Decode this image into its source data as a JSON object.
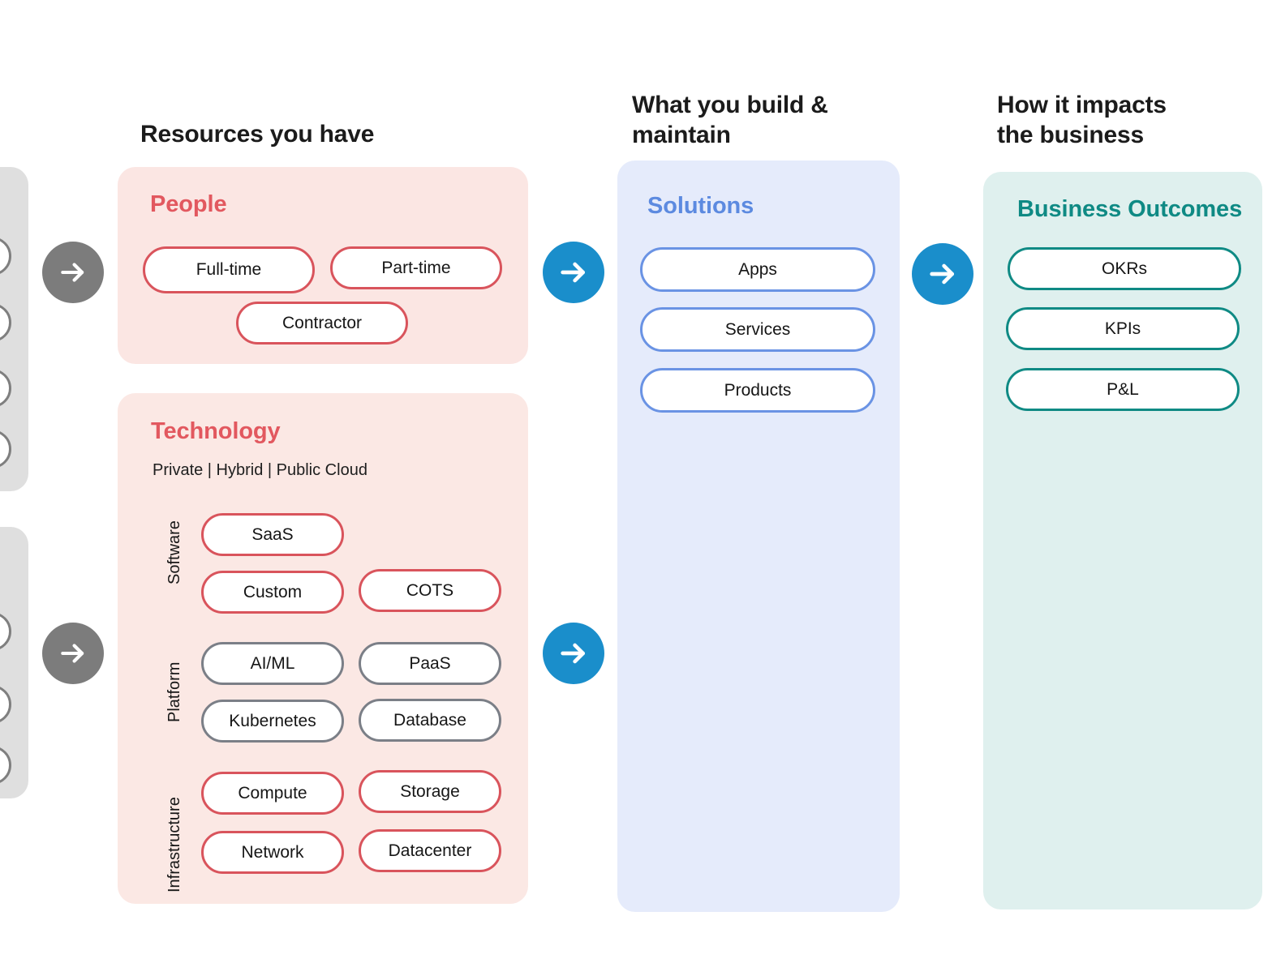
{
  "headings": {
    "resources": "Resources you have",
    "solutions": "What you build &\nmaintain",
    "outcomes": "How it impacts\nthe business"
  },
  "people": {
    "title": "People",
    "pills": [
      {
        "label": "Full-time"
      },
      {
        "label": "Part-time"
      },
      {
        "label": "Contractor"
      }
    ]
  },
  "technology": {
    "title": "Technology",
    "subtitle": "Private | Hybrid | Public Cloud",
    "groups": [
      {
        "label": "Software",
        "border": "red",
        "pills": [
          {
            "label": "SaaS"
          },
          {
            "label": "Custom"
          },
          {
            "label": "COTS"
          }
        ]
      },
      {
        "label": "Platform",
        "border": "gray",
        "pills": [
          {
            "label": "AI/ML"
          },
          {
            "label": "PaaS"
          },
          {
            "label": "Kubernetes"
          },
          {
            "label": "Database"
          }
        ]
      },
      {
        "label": "Infrastructure",
        "border": "red",
        "pills": [
          {
            "label": "Compute"
          },
          {
            "label": "Storage"
          },
          {
            "label": "Network"
          },
          {
            "label": "Datacenter"
          }
        ]
      }
    ]
  },
  "solutions": {
    "title": "Solutions",
    "pills": [
      {
        "label": "Apps"
      },
      {
        "label": "Services"
      },
      {
        "label": "Products"
      }
    ]
  },
  "outcomes": {
    "title": "Business Outcomes",
    "pills": [
      {
        "label": "OKRs"
      },
      {
        "label": "KPIs"
      },
      {
        "label": "P&L"
      }
    ]
  },
  "arrows": [
    {
      "name": "arrow-into-people",
      "icon": "arrow-right-icon",
      "color": "#7c7c7c"
    },
    {
      "name": "arrow-into-technology",
      "icon": "arrow-right-icon",
      "color": "#7c7c7c"
    },
    {
      "name": "arrow-people-to-solutions",
      "icon": "arrow-right-icon",
      "color": "#1a8ecb"
    },
    {
      "name": "arrow-technology-to-solutions",
      "icon": "arrow-right-icon",
      "color": "#1a8ecb"
    },
    {
      "name": "arrow-solutions-to-outcomes",
      "icon": "arrow-right-icon",
      "color": "#1a8ecb"
    }
  ],
  "colors": {
    "people_panel": "#fbe6e3",
    "technology_panel": "#fbe8e4",
    "solutions_panel": "#e5ebfb",
    "outcomes_panel": "#dff0ee",
    "people_title": "#e2585f",
    "technology_title": "#e2585f",
    "solutions_title": "#5c8ae0",
    "outcomes_title": "#0f8a84",
    "pill_red": "#d9545c",
    "pill_gray": "#7b7f87",
    "pill_blue": "#6a93e4",
    "pill_teal": "#0f8a84",
    "arrow_gray": "#7c7c7c",
    "arrow_blue": "#1a8ecb"
  }
}
